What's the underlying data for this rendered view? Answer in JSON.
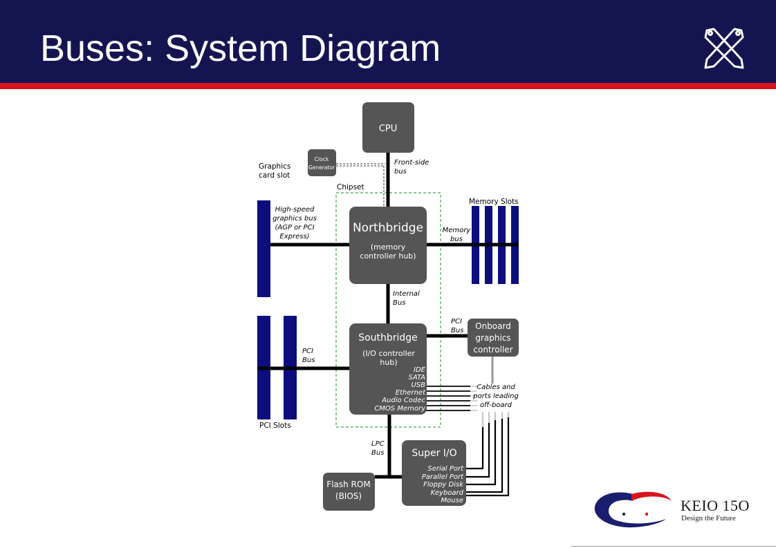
{
  "slide": {
    "title": "Buses: System Diagram"
  },
  "diagram": {
    "boxes": {
      "cpu": "CPU",
      "clock_line1": "Clock",
      "clock_line2": "Generator",
      "northbridge_title": "Northbridge",
      "northbridge_sub1": "(memory",
      "northbridge_sub2": "controller hub)",
      "southbridge_title": "Southbridge",
      "southbridge_sub1": "(I/O controller",
      "southbridge_sub2": "hub)",
      "southbridge_ports": [
        "IDE",
        "SATA",
        "USB",
        "Ethernet",
        "Audio Codec",
        "CMOS Memory"
      ],
      "onboard_line1": "Onboard",
      "onboard_line2": "graphics",
      "onboard_line3": "controller",
      "superio_title": "Super I/O",
      "superio_ports": [
        "Serial Port",
        "Parallel Port",
        "Floppy Disk",
        "Keyboard",
        "Mouse"
      ],
      "flash_line1": "Flash ROM",
      "flash_line2": "(BIOS)"
    },
    "labels": {
      "graphics_slot_line1": "Graphics",
      "graphics_slot_line2": "card slot",
      "chipset": "Chipset",
      "memory_slots": "Memory Slots",
      "pci_slots": "PCI Slots",
      "fsb_line1": "Front-side",
      "fsb_line2": "bus",
      "hsgb_line1": "High-speed",
      "hsgb_line2": "graphics bus",
      "hsgb_line3": "(AGP or PCI",
      "hsgb_line4": "Express)",
      "membus_line1": "Memory",
      "membus_line2": "bus",
      "internal_line1": "Internal",
      "internal_line2": "Bus",
      "pci_left_line1": "PCI",
      "pci_left_line2": "Bus",
      "pci_right_line1": "PCI",
      "pci_right_line2": "Bus",
      "cables_line1": "Cables and",
      "cables_line2": "ports leading",
      "cables_line3": "off-board",
      "lpc_line1": "LPC",
      "lpc_line2": "Bus"
    }
  },
  "branding": {
    "keio_title": "KEIO 15O",
    "keio_subtitle": "Design the Future",
    "header_logo_icon": "crossed-pens-x-icon"
  },
  "colors": {
    "header": "#141550",
    "accent_red": "#d9141e",
    "box_fill": "#555555",
    "slot_blue": "#0b0e7c",
    "chipset_border": "#3aa64b"
  }
}
